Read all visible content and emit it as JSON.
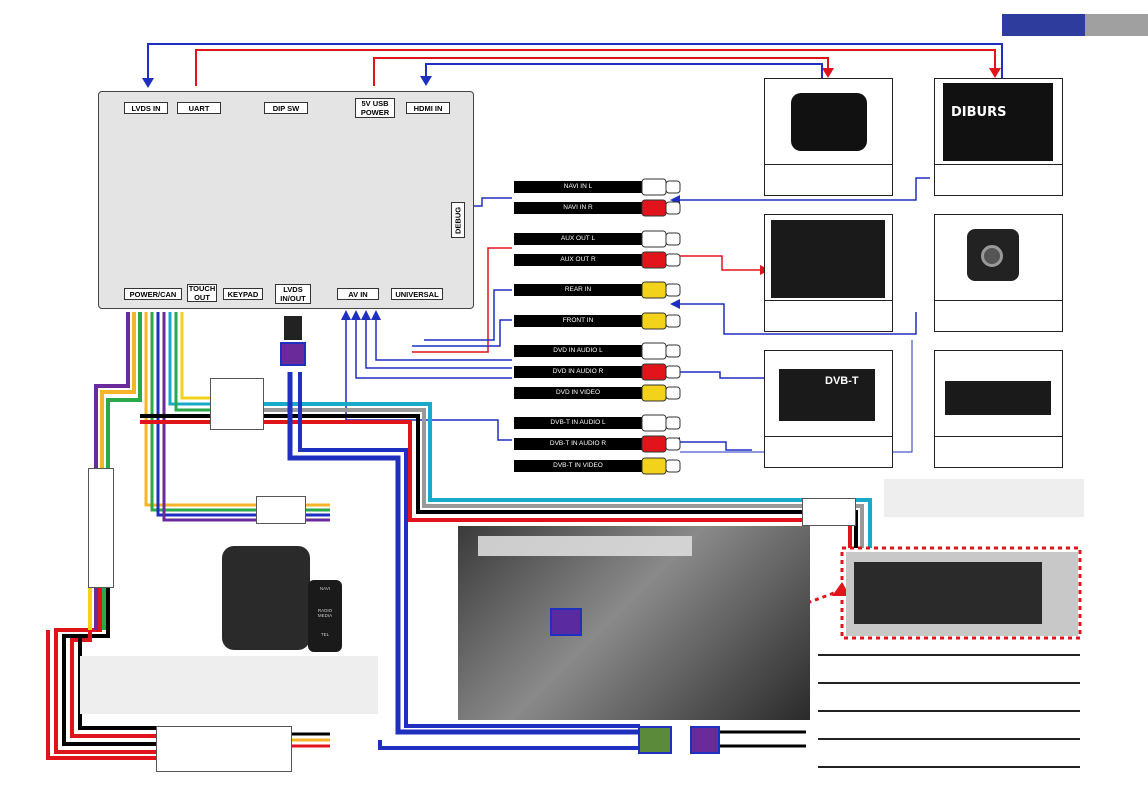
{
  "tabs": [
    {
      "color": "#2e3c9e"
    },
    {
      "color": "#a0a0a0"
    }
  ],
  "interface_box": {
    "top_ports": [
      "LVDS IN",
      "UART",
      "DIP SW",
      "5V USB\nPOWER",
      "HDMI IN"
    ],
    "side_port": "DEBUG",
    "bottom_ports": [
      "POWER/CAN",
      "TOUCH\nOUT",
      "KEYPAD",
      "LVDS\nIN/OUT",
      "AV IN",
      "UNIVERSAL"
    ]
  },
  "rca_outputs": [
    {
      "label": "NAVI IN L",
      "plug": "white"
    },
    {
      "label": "NAVI IN R",
      "plug": "red"
    },
    {
      "label": "AUX OUT L",
      "plug": "white"
    },
    {
      "label": "AUX OUT R",
      "plug": "red"
    },
    {
      "label": "REAR IN",
      "plug": "yellow"
    },
    {
      "label": "FRONT IN",
      "plug": "yellow"
    },
    {
      "label": "DVD IN AUDIO L",
      "plug": "white"
    },
    {
      "label": "DVD IN AUDIO R",
      "plug": "red"
    },
    {
      "label": "DVD IN VIDEO",
      "plug": "yellow"
    },
    {
      "label": "DVB-T IN AUDIO L",
      "plug": "white"
    },
    {
      "label": "DVB-T IN AUDIO R",
      "plug": "red"
    },
    {
      "label": "DVB-T IN VIDEO",
      "plug": "yellow"
    }
  ],
  "devices": {
    "navi_box_brand": "DIBURS",
    "dvbt_brand": "DVB-T"
  },
  "controller": {
    "buttons": [
      "NAVI",
      "RADIO MEDIA",
      "TEL"
    ]
  },
  "colors": {
    "blue": "#1f2fbf",
    "red": "#e0141a",
    "yellow": "#f2d21a",
    "white": "#ffffff",
    "purple": "#6a2a9a",
    "cyan": "#19a9c9",
    "orange": "#f5b42a",
    "green": "#2aa84a"
  }
}
